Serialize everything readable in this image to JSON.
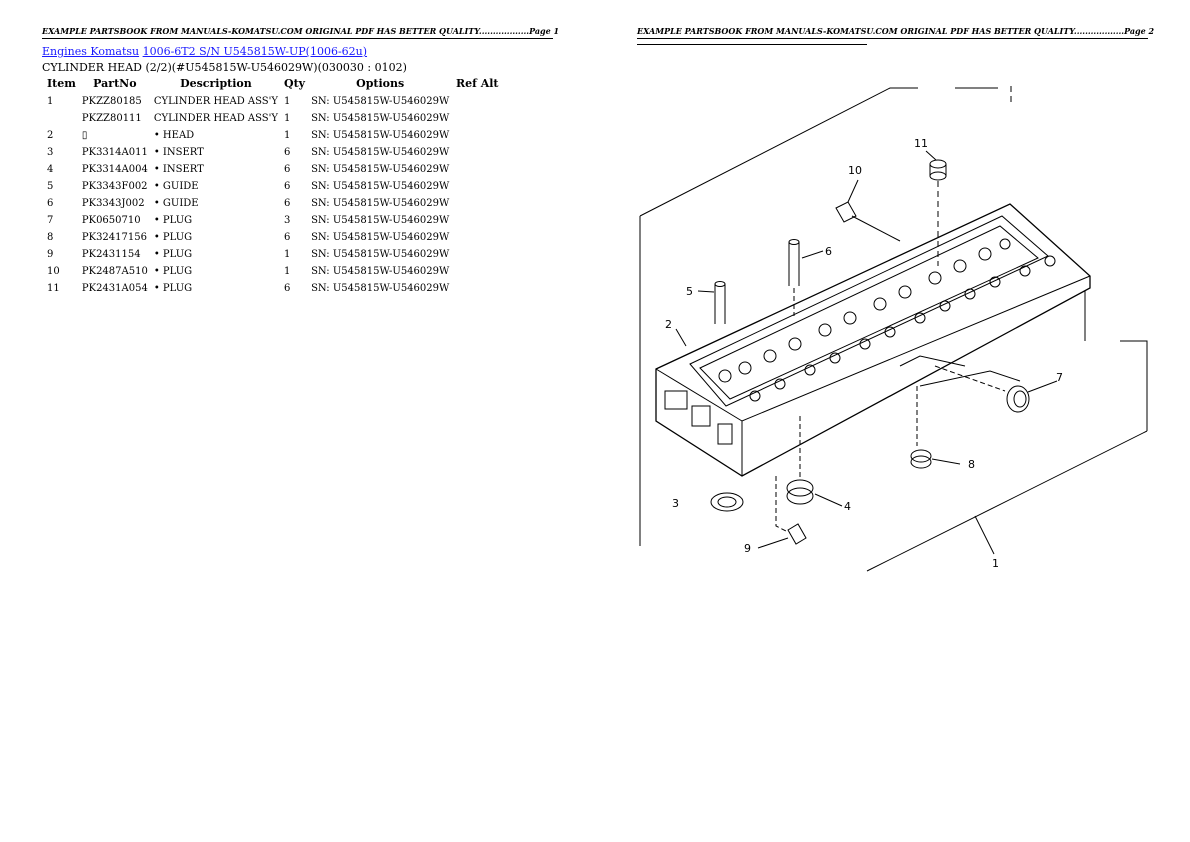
{
  "headers": {
    "page1": "EXAMPLE PARTSBOOK FROM MANUALS-KOMATSU.COM ORIGINAL PDF HAS BETTER QUALITY..................Page 1",
    "page2": "EXAMPLE PARTSBOOK FROM MANUALS-KOMATSU.COM ORIGINAL PDF HAS BETTER QUALITY..................Page 2"
  },
  "breadcrumb": {
    "link1": "Engines Komatsu",
    "link2": "1006-6T2 S/N U545815W-UP(1006-62u)"
  },
  "subtitle": "CYLINDER HEAD (2/2)(#U545815W-U546029W)(030030 : 0102)",
  "table": {
    "columns": [
      "Item",
      "PartNo",
      "Description",
      "Qty",
      "Options",
      "Ref Alt"
    ],
    "rows": [
      [
        "1",
        "PKZZ80185",
        "CYLINDER HEAD ASS'Y",
        "1",
        "SN: U545815W-U546029W",
        ""
      ],
      [
        "",
        "PKZZ80111",
        "CYLINDER HEAD ASS'Y",
        "1",
        "SN: U545815W-U546029W",
        ""
      ],
      [
        "2",
        "▯",
        "• HEAD",
        "1",
        "SN: U545815W-U546029W",
        ""
      ],
      [
        "3",
        "PK3314A011",
        "• INSERT",
        "6",
        "SN: U545815W-U546029W",
        ""
      ],
      [
        "4",
        "PK3314A004",
        "• INSERT",
        "6",
        "SN: U545815W-U546029W",
        ""
      ],
      [
        "5",
        "PK3343F002",
        "• GUIDE",
        "6",
        "SN: U545815W-U546029W",
        ""
      ],
      [
        "6",
        "PK3343J002",
        "• GUIDE",
        "6",
        "SN: U545815W-U546029W",
        ""
      ],
      [
        "7",
        "PK0650710",
        "• PLUG",
        "3",
        "SN: U545815W-U546029W",
        ""
      ],
      [
        "8",
        "PK32417156",
        "• PLUG",
        "6",
        "SN: U545815W-U546029W",
        ""
      ],
      [
        "9",
        "PK2431154",
        "• PLUG",
        "1",
        "SN: U545815W-U546029W",
        ""
      ],
      [
        "10",
        "PK2487A510",
        "• PLUG",
        "1",
        "SN: U545815W-U546029W",
        ""
      ],
      [
        "11",
        "PK2431A054",
        "• PLUG",
        "6",
        "SN: U545815W-U546029W",
        ""
      ]
    ]
  },
  "diagram": {
    "callouts": [
      "1",
      "2",
      "3",
      "4",
      "5",
      "6",
      "7",
      "8",
      "9",
      "10",
      "11"
    ]
  }
}
